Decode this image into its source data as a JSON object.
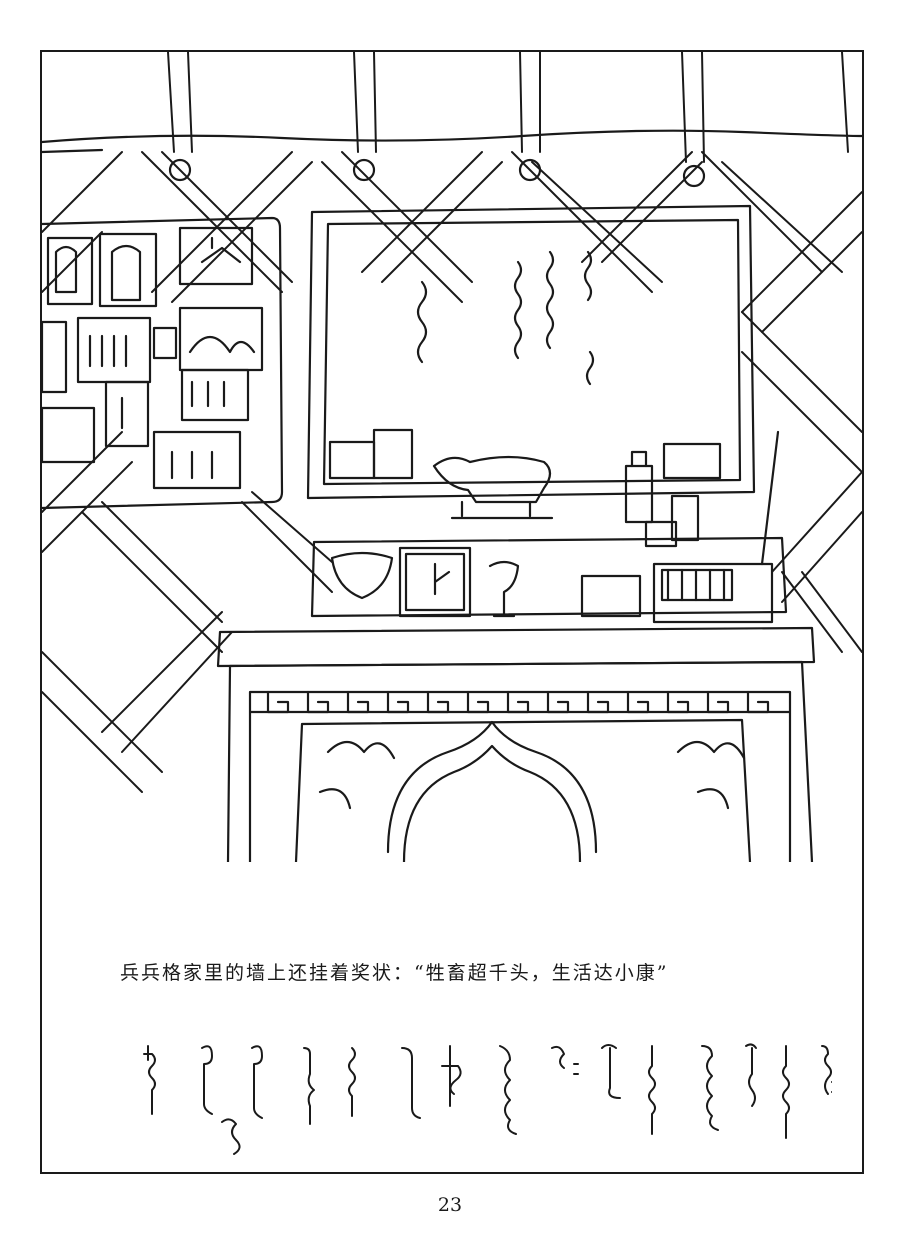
{
  "page": {
    "caption": "兵兵格家里的墙上还挂着奖状：“牲畜超千头，生活达小康”",
    "page_number": "23"
  },
  "illustration": {
    "subject": "yurt-interior-line-drawing",
    "items": [
      "photo-board",
      "award-certificate",
      "sheep-figurine",
      "clock",
      "goblets",
      "radio",
      "bottles",
      "cabinet-with-fret-pattern",
      "lattice-wall"
    ]
  },
  "colors": {
    "ink": "#1a1a1a",
    "paper": "#ffffff"
  }
}
